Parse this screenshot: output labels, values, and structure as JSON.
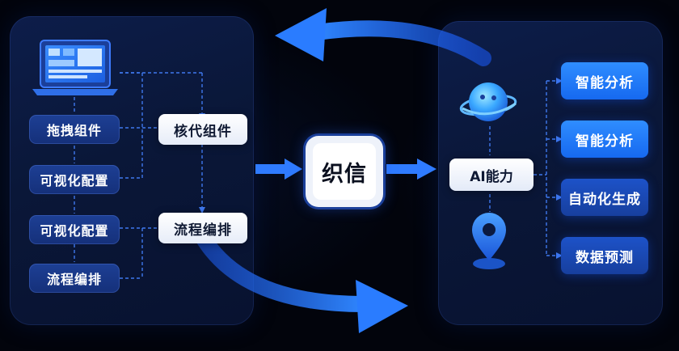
{
  "colors": {
    "background": "#02040c",
    "panel": "#0b1a40",
    "accent_blue": "#2f7bff",
    "bright_blue": "#2f8dff"
  },
  "left_panel": {
    "items": [
      {
        "label": "拖拽组件"
      },
      {
        "label": "可视化配置"
      },
      {
        "label": "可视化配置"
      },
      {
        "label": "流程编排"
      }
    ]
  },
  "middle": {
    "boxes": [
      {
        "label": "核代组件"
      },
      {
        "label": "流程编排"
      }
    ]
  },
  "center": {
    "label": "织信"
  },
  "right_panel": {
    "ai_label": "AI能力",
    "items": [
      {
        "label": "智能分析"
      },
      {
        "label": "智能分析"
      },
      {
        "label": "自动化生成"
      },
      {
        "label": "数据预测"
      }
    ]
  },
  "icons": [
    "laptop-icon",
    "planet-icon",
    "location-pin-icon"
  ]
}
